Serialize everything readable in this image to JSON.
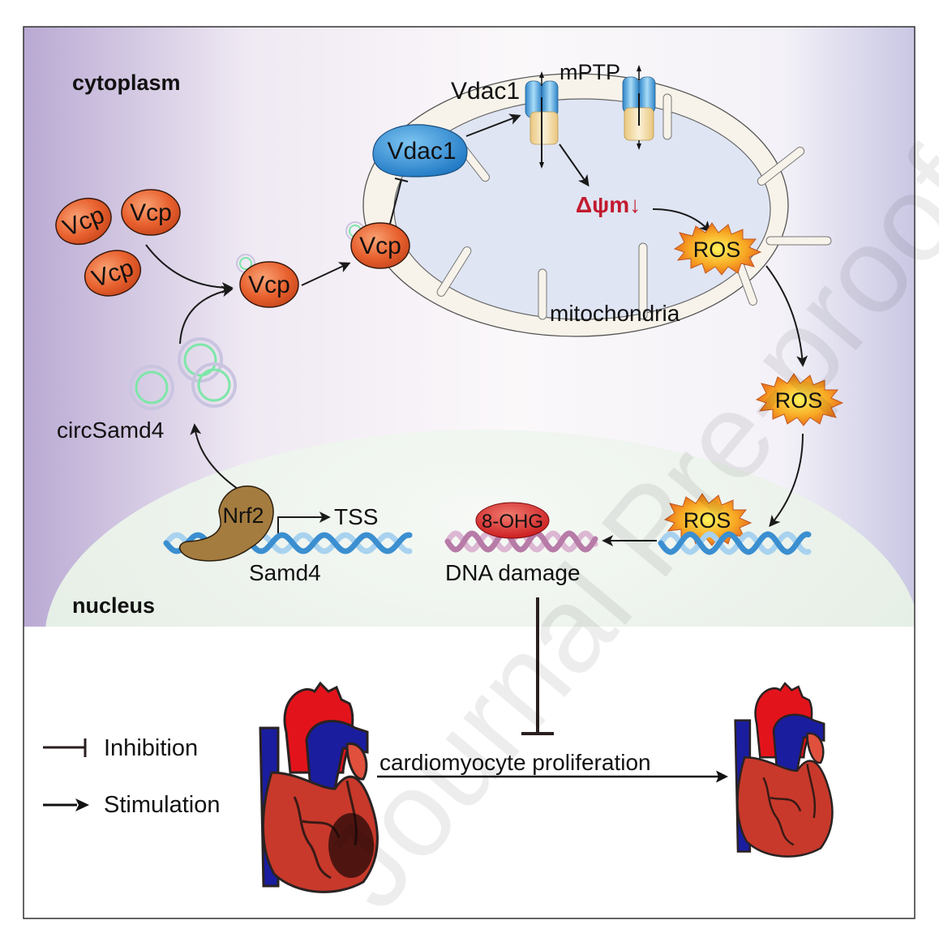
{
  "regions": {
    "cytoplasm": "cytoplasm",
    "nucleus": "nucleus",
    "mitochondria": "mitochondria"
  },
  "proteins": {
    "vcp": "Vcp",
    "vdac1": "Vdac1",
    "vdac1_channel": "Vdac1",
    "mptp": "mPTP",
    "nrf2": "Nrf2",
    "ros": "ROS",
    "ohg": "8-OHG"
  },
  "labels": {
    "delta_psi": "Δψm↓",
    "circsamd4": "circSamd4",
    "tss": "TSS",
    "samd4": "Samd4",
    "dna_damage": "DNA damage",
    "proliferation": "cardiomyocyte proliferation"
  },
  "legend": {
    "inhibition": "Inhibition",
    "stimulation": "Stimulation"
  },
  "watermark": "Journal Pre-proof",
  "colors": {
    "vcp": "#e0562a",
    "vdac1": "#2f8fd6",
    "ros": "#f6a524",
    "nrf2": "#a57c3f",
    "ohg": "#d8281f",
    "delta_psi": "#c21a2e",
    "dna_blue": "#3b8fd0",
    "dna_pink": "#b77ba7",
    "heart_red": "#c8392b",
    "vessel_blue": "#1a1d9e"
  }
}
